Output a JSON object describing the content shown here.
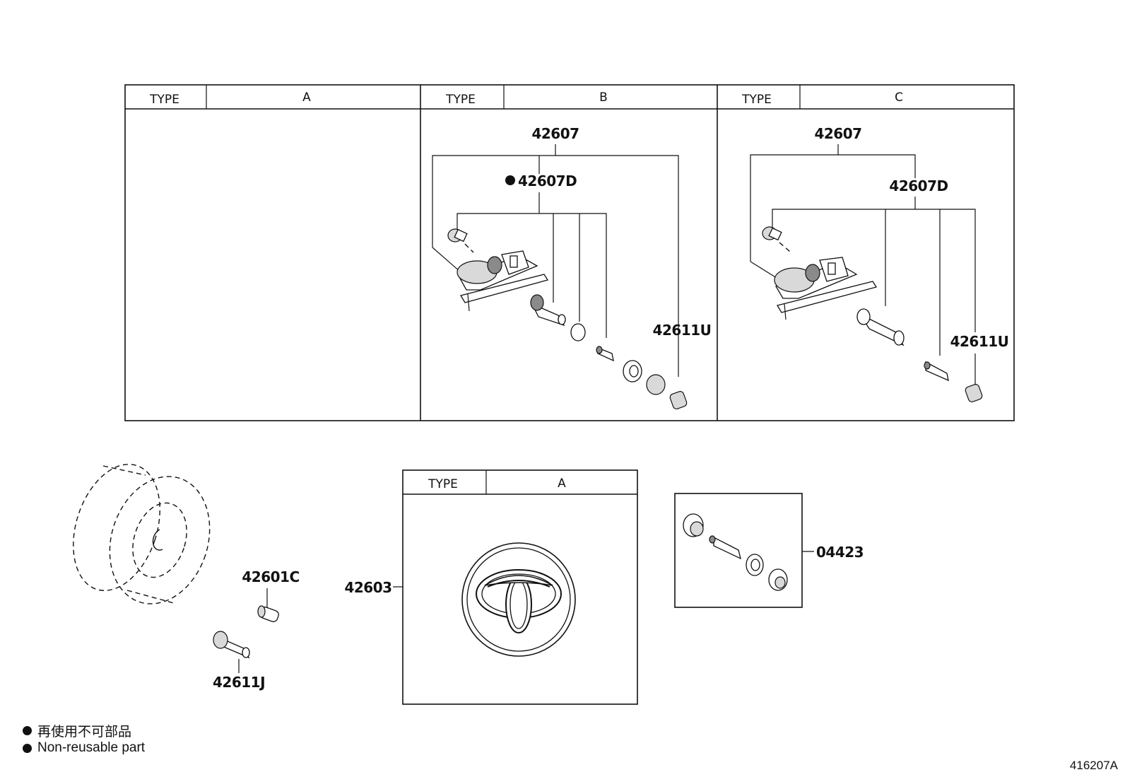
{
  "top_table": {
    "columns": [
      {
        "type_label": "TYPE",
        "type_value": "A"
      },
      {
        "type_label": "TYPE",
        "type_value": "B"
      },
      {
        "type_label": "TYPE",
        "type_value": "C"
      }
    ]
  },
  "type_b": {
    "assembly_part": "42607",
    "sensor_part": "42607D",
    "cap_part": "42611U"
  },
  "type_c": {
    "assembly_part": "42607",
    "sensor_part": "42607D",
    "cap_part": "42611U"
  },
  "wheel_parts": {
    "core_part": "42601C",
    "valve_part": "42611J"
  },
  "ornament_box": {
    "type_label": "TYPE",
    "type_value": "A",
    "part": "42603"
  },
  "valve_kit": {
    "part": "04423"
  },
  "legend": {
    "items": [
      {
        "symbol": "filled-dot",
        "text": "再使用不可部品"
      },
      {
        "symbol": "filled-dot",
        "text": "Non-reusable part"
      }
    ]
  },
  "illustration_id": "416207A"
}
